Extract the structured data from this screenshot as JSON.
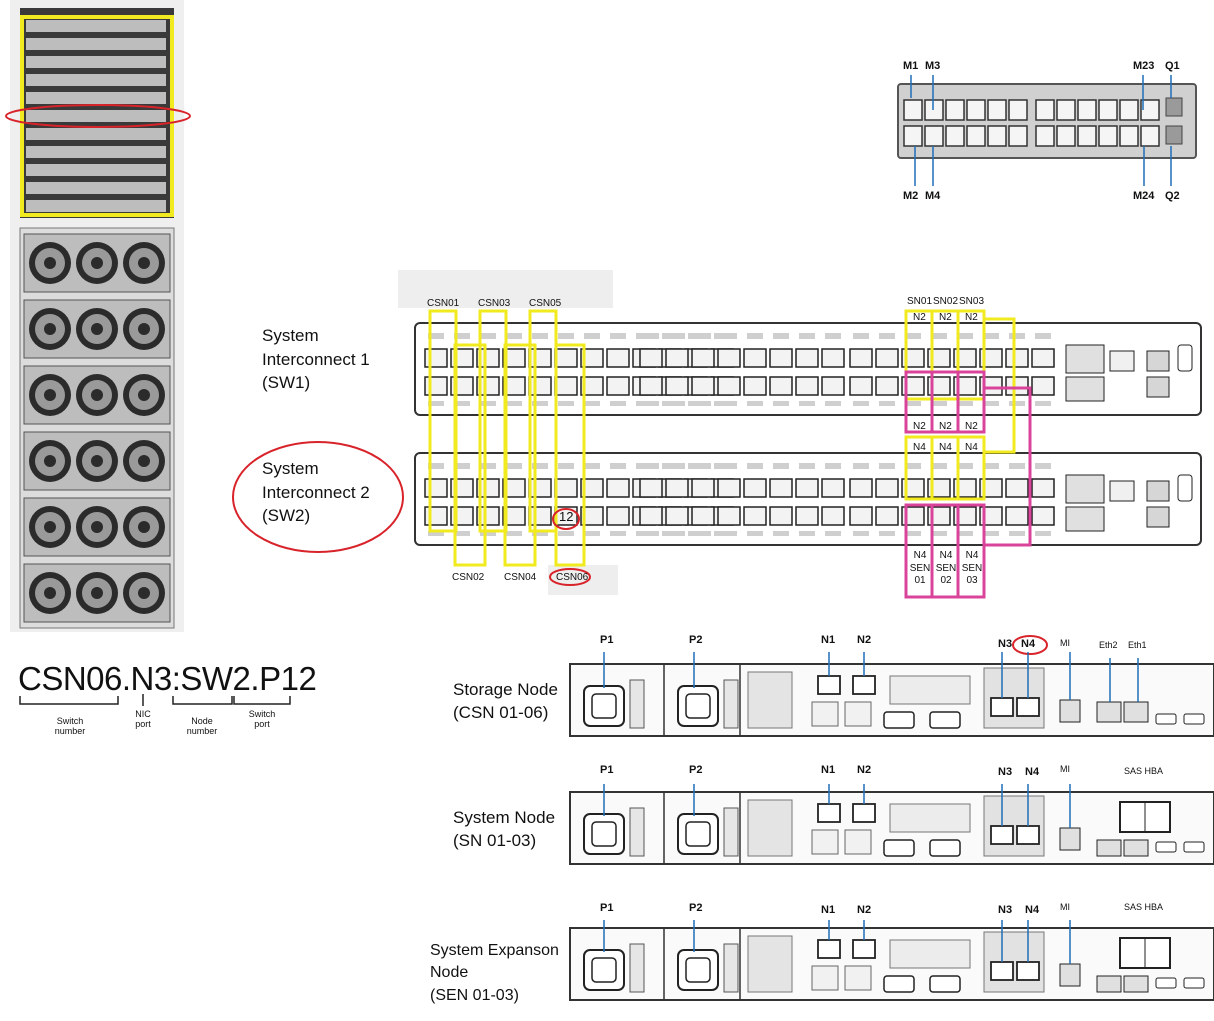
{
  "top_switch": {
    "labels": {
      "m1": "M1",
      "m3": "M3",
      "m23": "M23",
      "q1": "Q1",
      "m2": "M2",
      "m4": "M4",
      "m24": "M24",
      "q2": "Q2"
    }
  },
  "interconnect": {
    "sw1_label": [
      "System",
      "Interconnect 1",
      "(SW1)"
    ],
    "sw2_label": [
      "System",
      "Interconnect 2",
      "(SW2)"
    ],
    "top_csn": [
      "CSN01",
      "CSN03",
      "CSN05"
    ],
    "bottom_csn": [
      "CSN02",
      "CSN04",
      "CSN06"
    ],
    "sn_heads": [
      "SN01",
      "SN02",
      "SN03"
    ],
    "n2": "N2",
    "n4": "N4",
    "sen_lines": [
      [
        "SEN",
        "01"
      ],
      [
        "SEN",
        "02"
      ],
      [
        "SEN",
        "03"
      ]
    ],
    "port_callout": "12"
  },
  "formula": {
    "text": "CSN06.N3:SW2.P12",
    "legend": {
      "switch_number": [
        "Switch",
        "number"
      ],
      "nic_port": [
        "NIC",
        "port"
      ],
      "node_number": [
        "Node",
        "number"
      ],
      "switch_port": [
        "Switch",
        "port"
      ]
    }
  },
  "nodes": [
    {
      "title": [
        "Storage Node",
        "(CSN 01-06)"
      ],
      "ports": {
        "p1": "P1",
        "p2": "P2",
        "n1": "N1",
        "n2": "N2",
        "n3": "N3",
        "n4": "N4",
        "mi": "MI",
        "extra1": "Eth2",
        "extra2": "Eth1"
      }
    },
    {
      "title": [
        "System Node",
        "(SN 01-03)"
      ],
      "ports": {
        "p1": "P1",
        "p2": "P2",
        "n1": "N1",
        "n2": "N2",
        "n3": "N3",
        "n4": "N4",
        "mi": "MI",
        "extra1": "SAS HBA"
      }
    },
    {
      "title": [
        "System Expanson",
        "Node",
        "(SEN 01-03)"
      ],
      "ports": {
        "p1": "P1",
        "p2": "P2",
        "n1": "N1",
        "n2": "N2",
        "n3": "N3",
        "n4": "N4",
        "mi": "MI",
        "extra1": "SAS HBA"
      }
    }
  ],
  "colors": {
    "yellow": "#f0ea1e",
    "red": "#d8232a",
    "pink": "#d9449a",
    "blue": "#1f6fb8"
  }
}
